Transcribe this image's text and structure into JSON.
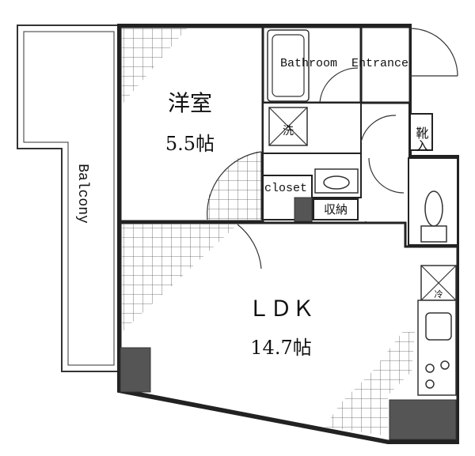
{
  "rooms": {
    "western_room_name": "洋室",
    "western_room_size": "5.5帖",
    "ldk_name": "ＬＤＫ",
    "ldk_size": "14.7帖",
    "bathroom": "Bathroom",
    "entrance": "Entrance",
    "closet": "closet",
    "storage": "収納",
    "shoe_storage": "靴入",
    "balcony": "Balcony",
    "washer": "洗",
    "fridge": "冷"
  }
}
